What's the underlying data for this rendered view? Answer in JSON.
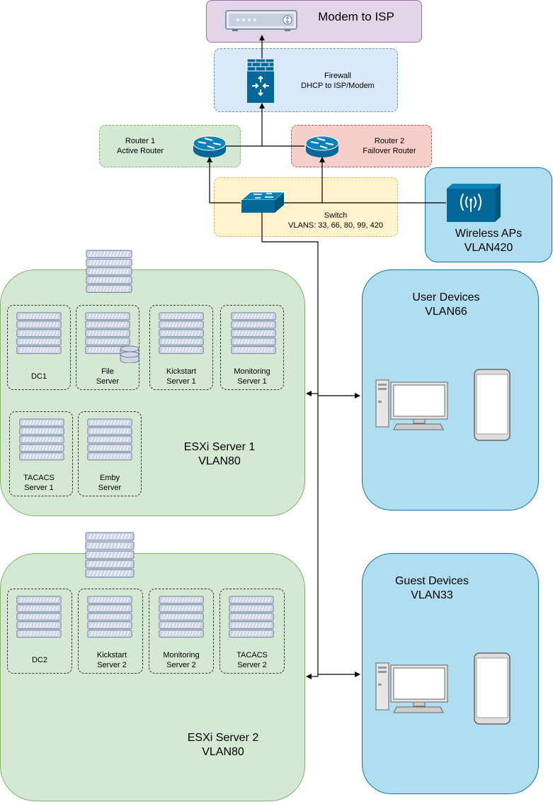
{
  "colors": {
    "modem_fill": "#e1d5e7",
    "modem_stroke": "#9673a6",
    "firewall_fill": "#dae8fc",
    "firewall_stroke": "#6c8ebf",
    "router1_fill": "#d5e8d4",
    "router1_stroke": "#82b366",
    "router2_fill": "#f8cecc",
    "router2_stroke": "#b85450",
    "switch_fill": "#fff2cc",
    "switch_stroke": "#d6b656",
    "client_fill": "#b1ddf0",
    "client_stroke": "#10739e",
    "esxi_fill": "#d5e8d4",
    "esxi_stroke": "#82b366",
    "device_blue": "#036897"
  },
  "nodes": {
    "modem": {
      "label": "Modem to ISP",
      "icon": "modem-icon"
    },
    "firewall": {
      "label": "Firewall\nDHCP to ISP/Modem",
      "icon": "firewall-icon"
    },
    "router1": {
      "label": "Router 1\nActive Router",
      "icon": "router-icon"
    },
    "router2": {
      "label": "Router 2\nFailover Router",
      "icon": "router-icon"
    },
    "switch": {
      "label": "Switch\nVLANS: 33, 66, 80, 99, 420",
      "icon": "switch-icon"
    },
    "wireless": {
      "label": "Wireless APs\nVLAN420",
      "icon": "wireless-ap-icon"
    },
    "user_devices": {
      "label": "User Devices\nVLAN66",
      "icons": [
        "desktop-icon",
        "smartphone-icon"
      ]
    },
    "guest_devices": {
      "label": "Guest Devices\nVLAN33",
      "icons": [
        "desktop-icon",
        "smartphone-icon"
      ]
    }
  },
  "esxi1": {
    "label": "ESXi Server 1\nVLAN80",
    "vms": [
      {
        "label": "DC1",
        "icon": "server-icon"
      },
      {
        "label": "File\nServer",
        "icon": "file-server-icon"
      },
      {
        "label": "Kickstart\nServer 1",
        "icon": "server-icon"
      },
      {
        "label": "Monitoring\nServer 1",
        "icon": "server-icon"
      },
      {
        "label": "TACACS\nServer 1",
        "icon": "server-icon"
      },
      {
        "label": "Emby\nServer",
        "icon": "server-icon"
      }
    ]
  },
  "esxi2": {
    "label": "ESXi Server 2\nVLAN80",
    "vms": [
      {
        "label": "DC2",
        "icon": "server-icon"
      },
      {
        "label": "Kickstart\nServer 2",
        "icon": "server-icon"
      },
      {
        "label": "Monitoring\nServer 2",
        "icon": "server-icon"
      },
      {
        "label": "TACACS\nServer 2",
        "icon": "server-icon"
      }
    ]
  }
}
